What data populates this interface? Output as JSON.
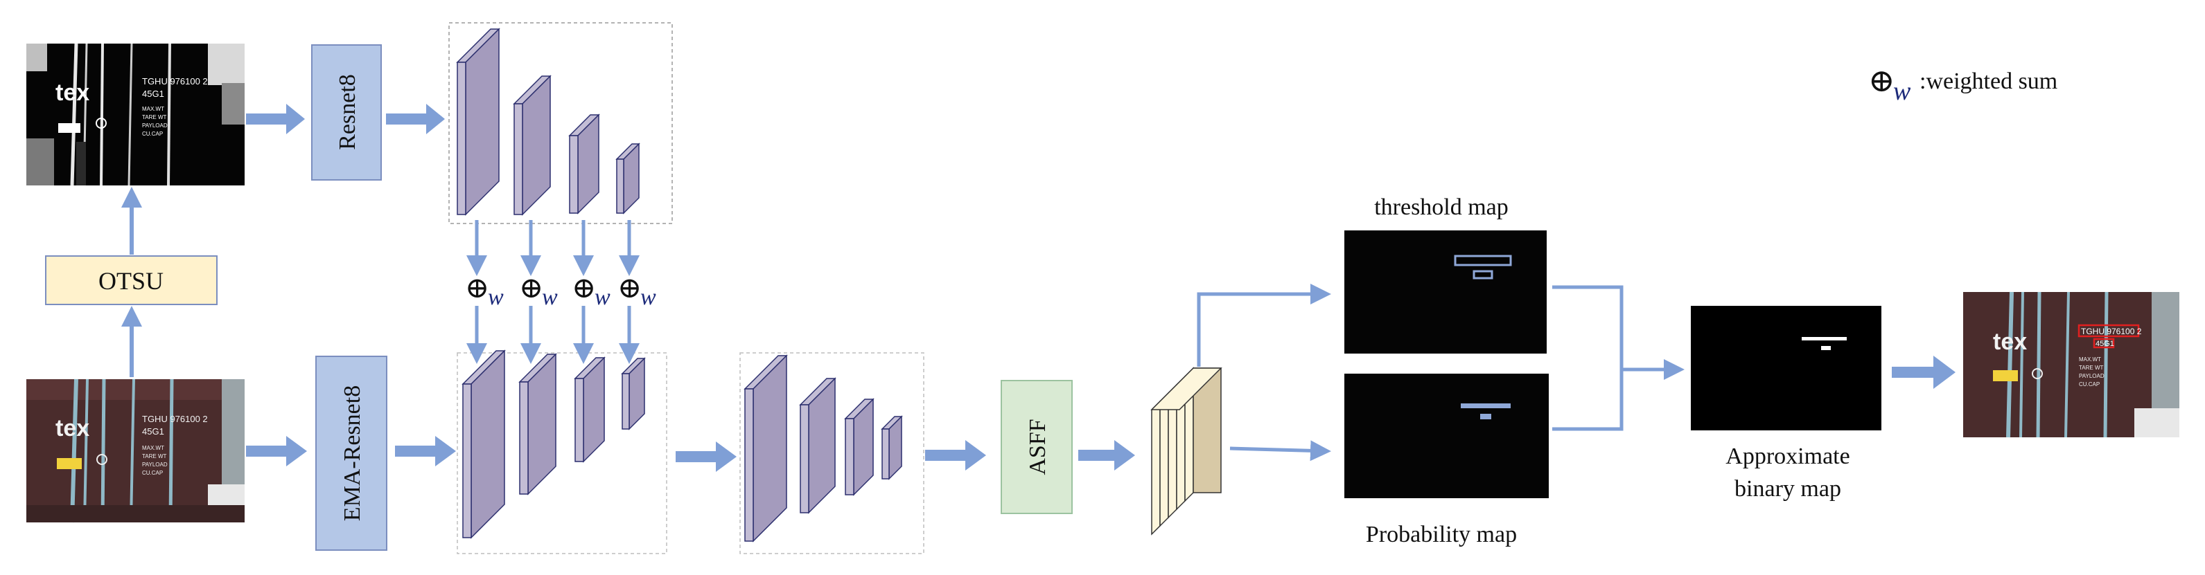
{
  "legend": {
    "symbol": "⊕",
    "subscript": "w",
    "text": ":weighted sum"
  },
  "blocks": {
    "resnet8": "Resnet8",
    "ema_resnet8": "EMA-Resnet8",
    "otsu": "OTSU",
    "asff": "ASFF"
  },
  "ops": {
    "weighted_sum_symbol": "⊕",
    "weighted_sum_sub": "w"
  },
  "maps": {
    "threshold": "threshold map",
    "probability": "Probability map",
    "approximate_line1": "Approximate",
    "approximate_line2": "binary map"
  },
  "image_text": {
    "logo": "tex",
    "container_code": "TGHU 976100 2",
    "container_code_short": "TGHU",
    "container_number": "976100",
    "check_digit": "2",
    "type_code": "45G1",
    "spec_lines": [
      "MAX.WT",
      "TARE WT",
      "PAYLOAD",
      "CU.CAP"
    ]
  },
  "colors": {
    "arrow": "#7f9fd6",
    "resnet_box": "#b4c7e7",
    "otsu_box": "#fff2cc",
    "asff_box": "#d9ead3",
    "layer_front": "#a49bbd",
    "layer_side": "#c3bdd5",
    "layer_stroke": "#2c2f6e",
    "stack_face": "#d8c9a6",
    "stack_sheets": "#fdf6dc"
  }
}
